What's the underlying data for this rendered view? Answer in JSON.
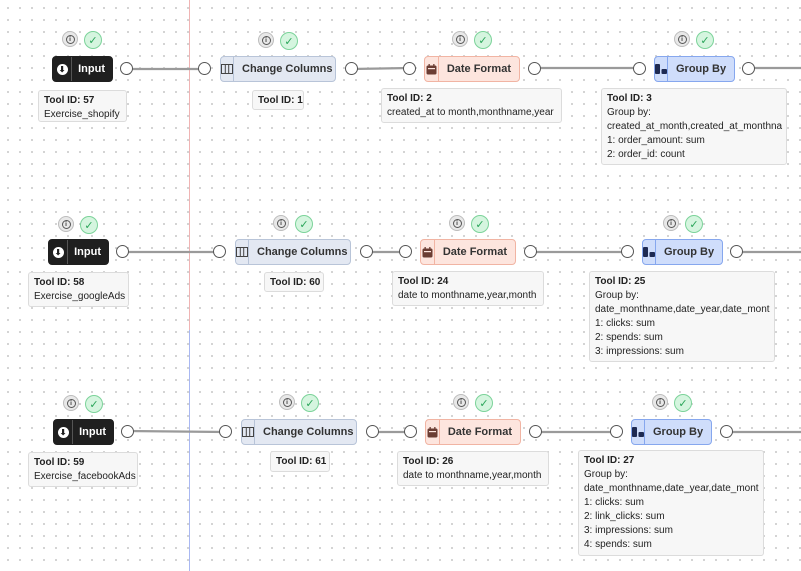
{
  "rows": [
    {
      "input": {
        "label": "Input",
        "tool_id": "Tool ID: 57",
        "dataset": "Exercise_shopify"
      },
      "change": {
        "label": "Change Columns",
        "tool_id": "Tool ID: 1"
      },
      "date": {
        "label": "Date Format",
        "tool_id": "Tool ID: 2",
        "lines": [
          "created_at to month,monthname,year"
        ]
      },
      "group": {
        "label": "Group By",
        "tool_id": "Tool ID: 3",
        "lines": [
          "Group by:",
          "created_at_month,created_at_monthna",
          "1: order_amount: sum",
          "2: order_id: count"
        ]
      }
    },
    {
      "input": {
        "label": "Input",
        "tool_id": "Tool ID: 58",
        "dataset": "Exercise_googleAds"
      },
      "change": {
        "label": "Change Columns",
        "tool_id": "Tool ID: 60"
      },
      "date": {
        "label": "Date Format",
        "tool_id": "Tool ID: 24",
        "lines": [
          "date to monthname,year,month"
        ]
      },
      "group": {
        "label": "Group By",
        "tool_id": "Tool ID: 25",
        "lines": [
          "Group by:",
          "date_monthname,date_year,date_mont",
          "1: clicks: sum",
          "2: spends: sum",
          "3: impressions: sum"
        ]
      }
    },
    {
      "input": {
        "label": "Input",
        "tool_id": "Tool ID: 59",
        "dataset": "Exercise_facebookAds"
      },
      "change": {
        "label": "Change Columns",
        "tool_id": "Tool ID: 61"
      },
      "date": {
        "label": "Date Format",
        "tool_id": "Tool ID: 26",
        "lines": [
          "date to monthname,year,month"
        ]
      },
      "group": {
        "label": "Group By",
        "tool_id": "Tool ID: 27",
        "lines": [
          "Group by:",
          "date_monthname,date_year,date_mont",
          "1: clicks: sum",
          "2: link_clicks: sum",
          "3: impressions: sum",
          "4: spends: sum"
        ]
      }
    }
  ],
  "icons": {
    "input": "download-circle-icon",
    "change": "columns-icon",
    "date": "calendar-icon",
    "group": "group-by-icon",
    "info": "info-icon",
    "status": "check-icon"
  },
  "colors": {
    "input_bg": "#1f1f1f",
    "change_bg": "#e3e8f2",
    "date_bg": "#fde5de",
    "group_bg": "#cfddfb",
    "success": "#2ba55a"
  }
}
